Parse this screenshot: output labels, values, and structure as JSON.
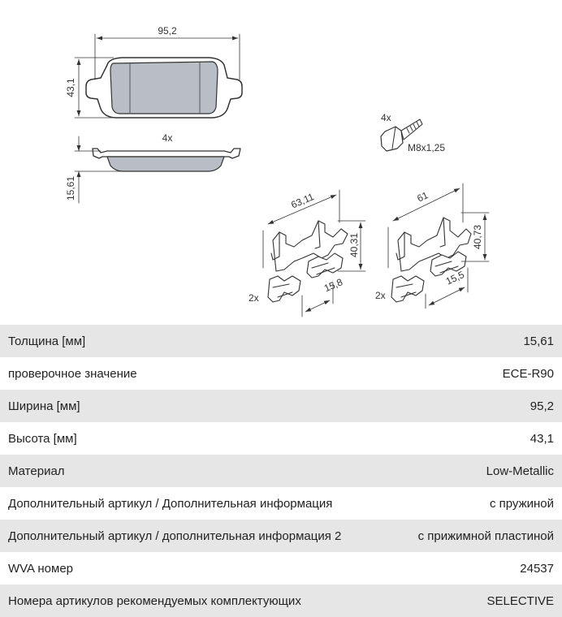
{
  "drawing": {
    "pad_width": "95,2",
    "pad_height": "43,1",
    "pad_qty": "4x",
    "pad_thickness": "15,61",
    "bolt_qty": "4x",
    "bolt_size": "M8x1,25",
    "clip1_length": "63,11",
    "clip1_height": "40,31",
    "clip1_width": "15,8",
    "clip1_qty": "2x",
    "clip2_length": "61",
    "clip2_height": "40,73",
    "clip2_width": "15,5",
    "clip2_qty": "2x"
  },
  "specs": [
    {
      "label": "Толщина [мм]",
      "value": "15,61"
    },
    {
      "label": "проверочное значение",
      "value": "ECE-R90"
    },
    {
      "label": "Ширина [мм]",
      "value": "95,2"
    },
    {
      "label": "Высота [мм]",
      "value": "43,1"
    },
    {
      "label": "Материал",
      "value": "Low-Metallic"
    },
    {
      "label": "Дополнительный артикул / Дополнительная информация",
      "value": "с пружиной"
    },
    {
      "label": "Дополнительный артикул / дополнительная информация 2",
      "value": "с прижимной пластиной"
    },
    {
      "label": "WVA номер",
      "value": "24537"
    },
    {
      "label": "Номера артикулов рекомендуемых комплектующих",
      "value": "SELECTIVE"
    }
  ]
}
